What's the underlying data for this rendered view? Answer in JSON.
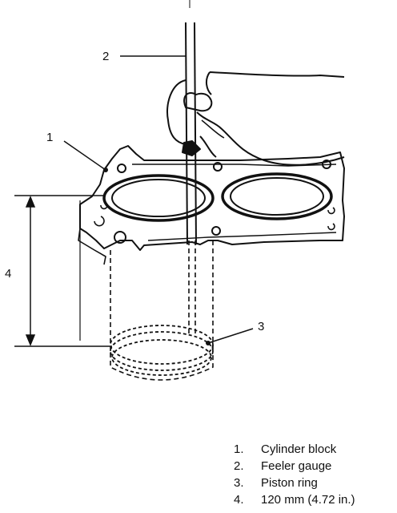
{
  "callouts": {
    "c1": "1",
    "c2": "2",
    "c3": "3",
    "c4": "4"
  },
  "legend": [
    {
      "num": "1.",
      "label": "Cylinder block"
    },
    {
      "num": "2.",
      "label": "Feeler gauge"
    },
    {
      "num": "3.",
      "label": "Piston ring"
    },
    {
      "num": "4.",
      "label": "120 mm (4.72 in.)"
    }
  ],
  "colors": {
    "ink": "#111111",
    "background": "#ffffff"
  }
}
